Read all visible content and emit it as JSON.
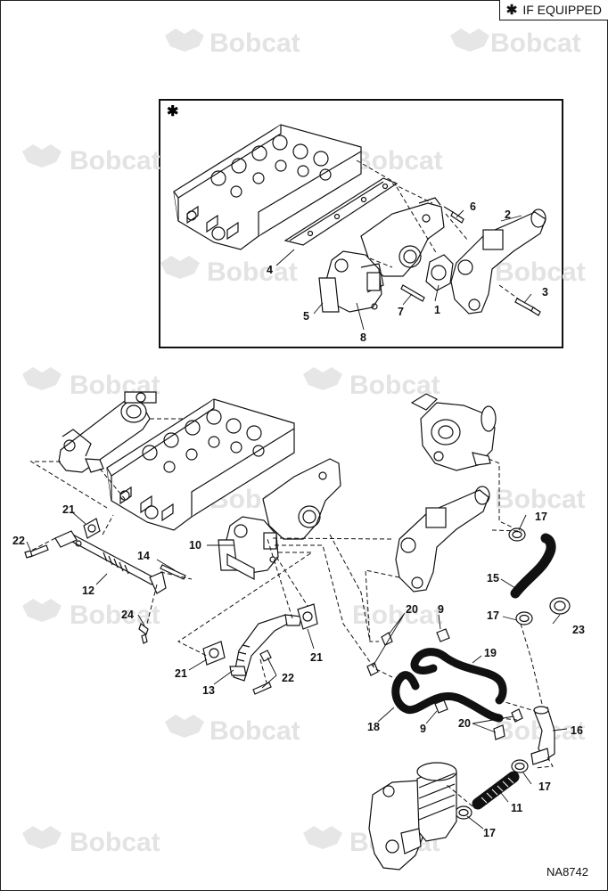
{
  "legend": {
    "star": "✱",
    "text": "IF EQUIPPED"
  },
  "inset_marker": "✱",
  "watermark": "Bobcat",
  "figure_code": "NA8742",
  "callouts": [
    "1",
    "2",
    "3",
    "4",
    "5",
    "6",
    "7",
    "8",
    "9",
    "9",
    "10",
    "11",
    "12",
    "13",
    "14",
    "15",
    "16",
    "17",
    "17",
    "17",
    "17",
    "18",
    "19",
    "20",
    "20",
    "21",
    "21",
    "21",
    "22",
    "22",
    "23",
    "24"
  ]
}
